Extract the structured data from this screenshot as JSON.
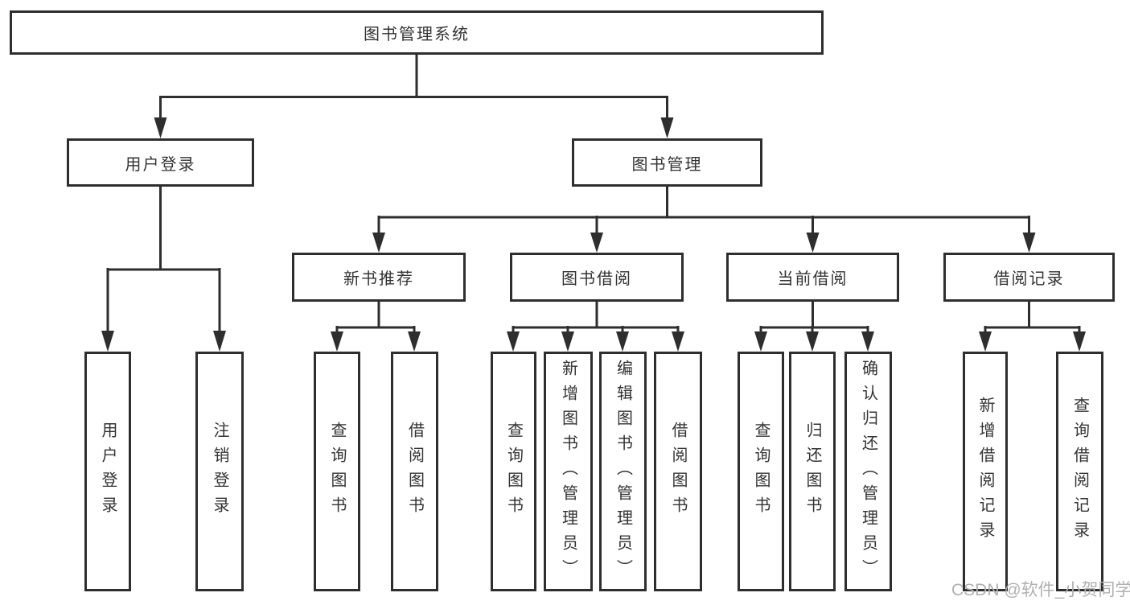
{
  "diagram": {
    "tree": {
      "label": "图书管理系统",
      "children": [
        {
          "label": "用户登录",
          "children": [
            {
              "label": "用户登录"
            },
            {
              "label": "注销登录"
            }
          ]
        },
        {
          "label": "图书管理",
          "children": [
            {
              "label": "新书推荐",
              "children": [
                {
                  "label": "查询图书"
                },
                {
                  "label": "借阅图书"
                }
              ]
            },
            {
              "label": "图书借阅",
              "children": [
                {
                  "label": "查询图书"
                },
                {
                  "label": "新增图书（管理员）"
                },
                {
                  "label": "编辑图书（管理员）"
                },
                {
                  "label": "借阅图书"
                }
              ]
            },
            {
              "label": "当前借阅",
              "children": [
                {
                  "label": "查询图书"
                },
                {
                  "label": "归还图书"
                },
                {
                  "label": "确认归还（管理员）"
                }
              ]
            },
            {
              "label": "借阅记录",
              "children": [
                {
                  "label": "新增借阅记录"
                },
                {
                  "label": "查询借阅记录"
                }
              ]
            }
          ]
        }
      ]
    },
    "colors": {
      "line": "#2e2e2e",
      "text": "#333333",
      "background": "#ffffff",
      "watermark": "#b0b0b0"
    }
  },
  "watermark": {
    "text": "CSDN @软件_小贺同学"
  }
}
